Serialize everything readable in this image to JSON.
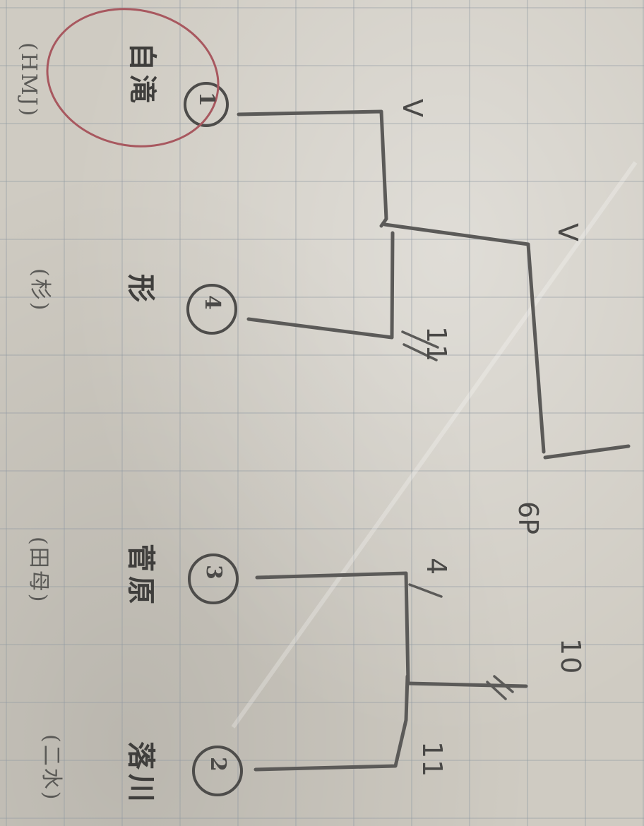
{
  "bracket": {
    "total_label": "6P",
    "entrants": [
      {
        "seed": "1",
        "name": "自滝",
        "team": "(HMJ)",
        "winner": true
      },
      {
        "seed": "4",
        "name": "形",
        "team": "(杉)",
        "winner": false
      },
      {
        "seed": "3",
        "name": "菅原",
        "team": "(田母)",
        "winner": false
      },
      {
        "seed": "2",
        "name": "落川",
        "team": "(二水)",
        "winner": false
      }
    ],
    "scores": {
      "seed1_round1": "V",
      "seed1_final": "V",
      "seed4_round1": "11",
      "seed3_round1": "4",
      "seed2_round1": "11",
      "semi_bottom": "10"
    }
  },
  "colors": {
    "pencil": "#5b5a58",
    "winner_circle": "#a8585f",
    "paper": "#cfcbc2",
    "grid": "#8c96a0"
  }
}
